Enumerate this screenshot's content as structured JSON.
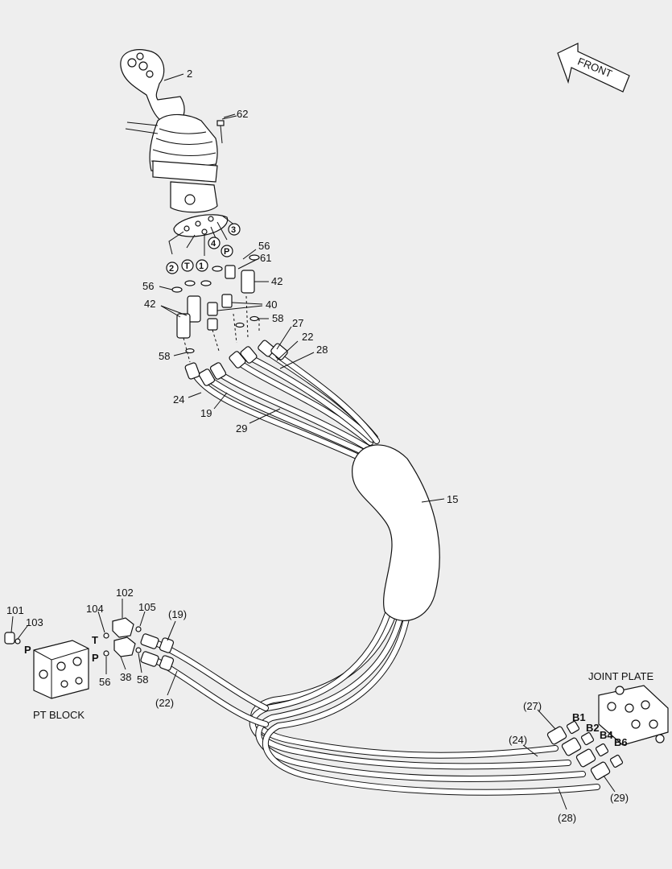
{
  "direction": {
    "front": "FRONT"
  },
  "captions": {
    "pt_block": "PT BLOCK",
    "joint_plate": "JOINT PLATE"
  },
  "ports": {
    "n2": "2",
    "nT": "T",
    "n1": "1",
    "n4": "4",
    "nP": "P",
    "n3": "3",
    "block_P1": "P",
    "block_T": "T",
    "block_P2": "P",
    "B1": "B1",
    "B2": "B2",
    "B4": "B4",
    "B6": "B6"
  },
  "callouts": {
    "c2": "2",
    "c62": "62",
    "c56a": "56",
    "c61": "61",
    "c42a": "42",
    "c56b": "56",
    "c42b": "42",
    "c40": "40",
    "c58a": "58",
    "c27": "27",
    "c22": "22",
    "c28": "28",
    "c58b": "58",
    "c24": "24",
    "c19": "19",
    "c29": "29",
    "c15": "15",
    "c101": "101",
    "c103": "103",
    "c102": "102",
    "c104": "104",
    "c105": "105",
    "c19p": "(19)",
    "c56c": "56",
    "c38": "38",
    "c58c": "58",
    "c22p": "(22)",
    "c27p": "(27)",
    "c24p": "(24)",
    "c29p": "(29)",
    "c28p": "(28)"
  }
}
